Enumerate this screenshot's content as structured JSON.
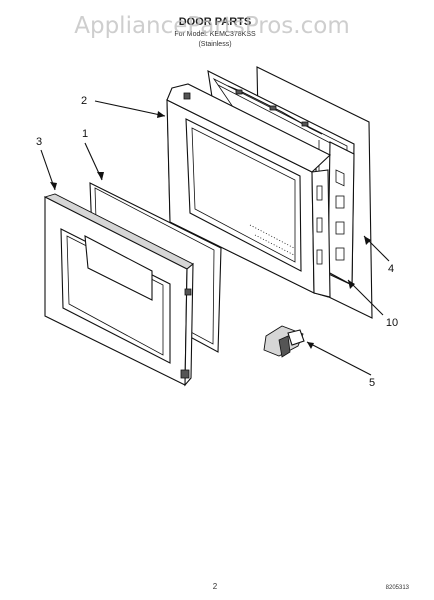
{
  "header": {
    "title": "DOOR PARTS",
    "model_line": "For Model: KEMC378KSS",
    "color_line": "(Stainless)"
  },
  "watermark": "AppliancePartsPros.com",
  "callouts": {
    "c1": "1",
    "c2": "2",
    "c3": "3",
    "c4": "4",
    "c5": "5",
    "c10": "10"
  },
  "footer": {
    "page_number": "2",
    "part_code": "8205313"
  }
}
